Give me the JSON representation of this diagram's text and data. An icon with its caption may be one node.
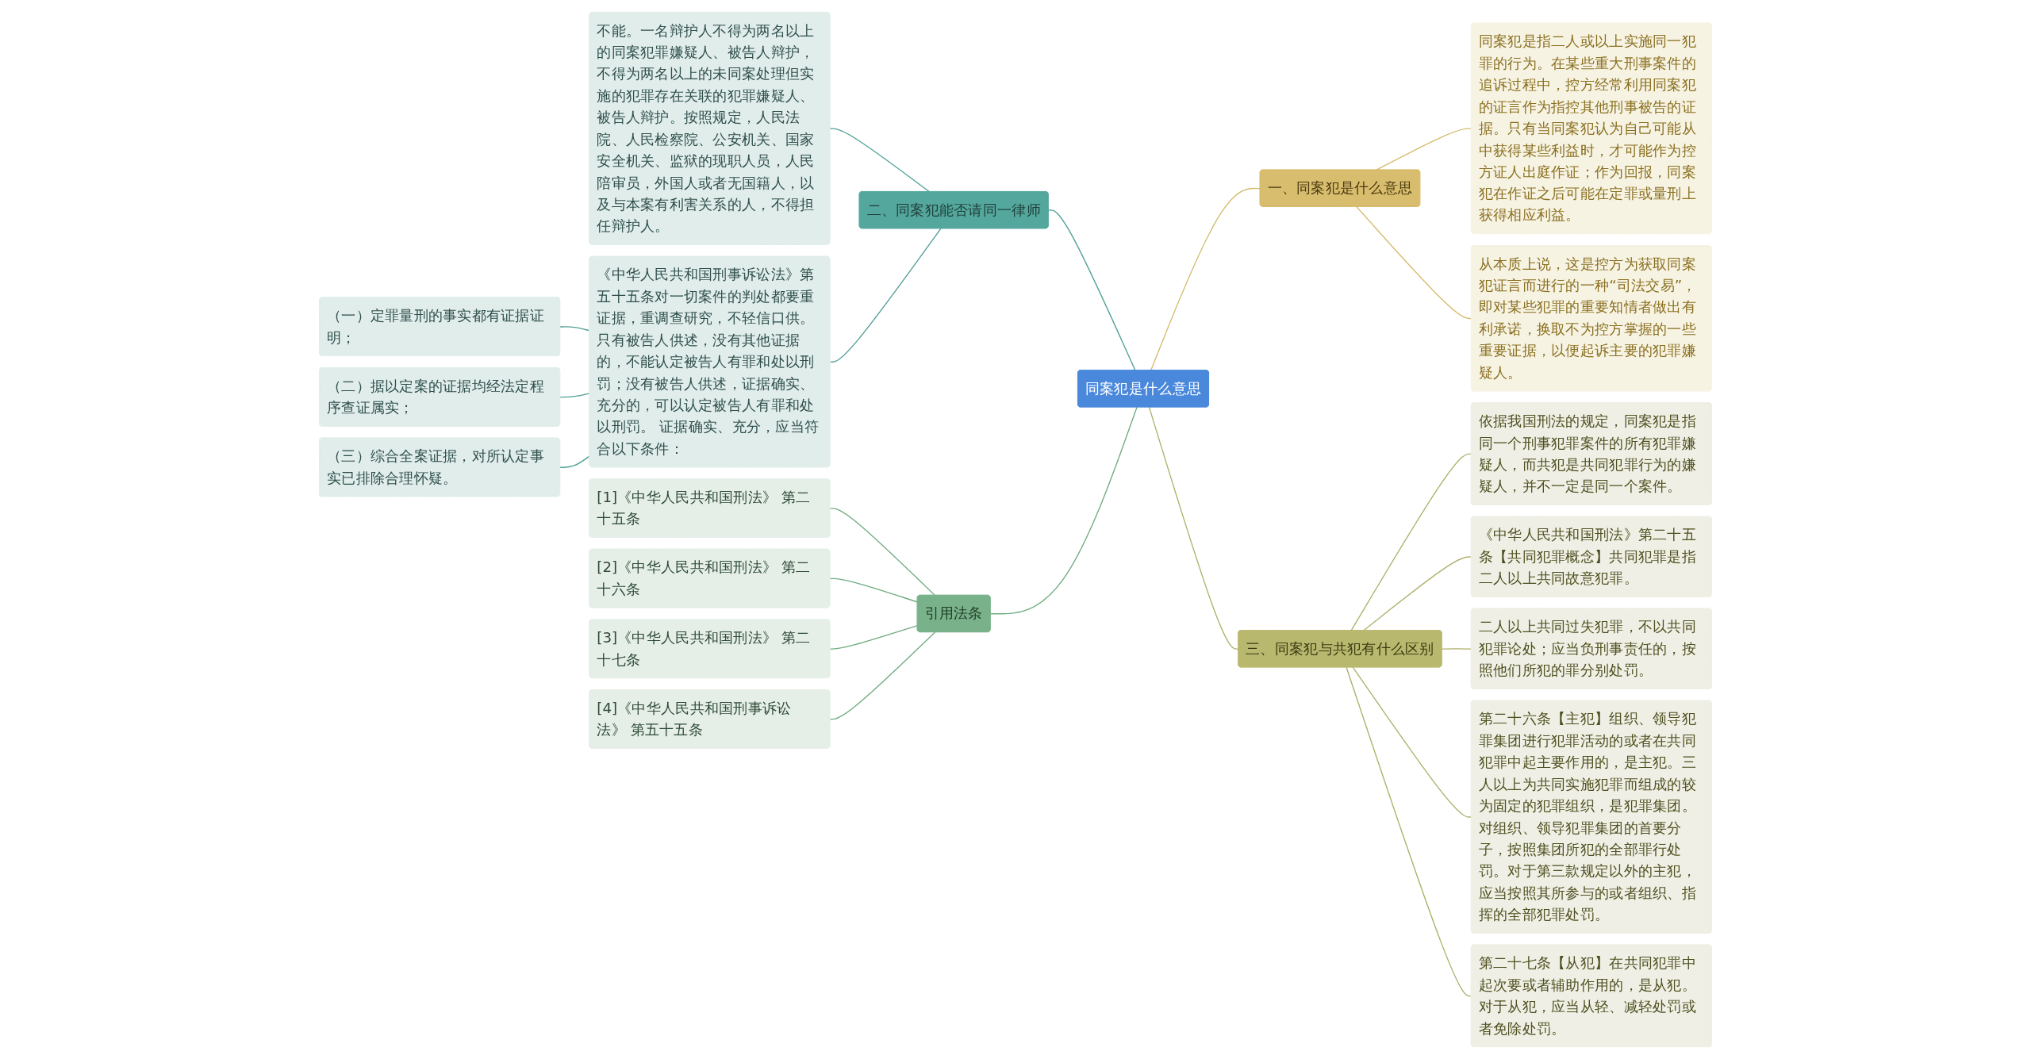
{
  "diagram": {
    "nodes": [
      {
        "text": [
          "同案犯是什么意思"
        ]
      },
      {
        "text": [
          "一、同案犯是什么意思"
        ]
      },
      {
        "text": [
          "同案犯是指二人或以上实施同一犯罪的行为。在某些重大刑事案件的追诉过程中，控方经常利用同案犯的证言作为指控其他刑事被告的证据。只有当同案犯认为自己可能从中获得某些利益时，才可能作为控方证人出庭作证；作为回报，同案犯在作证之后可能在定罪或量刑上获得相应利益。"
        ]
      },
      {
        "text": [
          "从本质上说，这是控方为获取同案犯证言而进行的一种“司法交易”，即对某些犯罪的重要知情者做出有利承诺，换取不为控方掌握的一些重要证据，以便起诉主要的犯罪嫌疑人。"
        ]
      },
      {
        "text": [
          "二、同案犯能否请同一律师"
        ]
      },
      {
        "text": [
          "不能。一名辩护人不得为两名以上的同案犯罪嫌疑人、被告人辩护，不得为两名以上的未同案处理但实施的犯罪存在关联的犯罪嫌疑人、被告人辩护。按照规定，人民法院、人民检察院、公安机关、国家安全机关、监狱的现职人员，人民陪审员，外国人或者无国籍人，以及与本案有利害关系的人，不得担任辩护人。"
        ]
      },
      {
        "text": [
          "《中华人民共和国刑事诉讼法》第五十五条对一切案件的判处都要重证据，重调查研究，不轻信口供。只有被告人供述，没有其他证据的，不能认定被告人有罪和处以刑罚；没有被告人供述，证据确实、充分的，可以认定被告人有罪和处以刑罚。 证据确实、充分，应当符合以下条件："
        ]
      },
      {
        "text": [
          "（一）定罪量刑的事实都有证据证明；"
        ]
      },
      {
        "text": [
          "（二）据以定案的证据均经法定程序查证属实；"
        ]
      },
      {
        "text": [
          "（三）综合全案证据，对所认定事实已排除合理怀疑。"
        ]
      },
      {
        "text": [
          "三、同案犯与共犯有什么区别"
        ]
      },
      {
        "text": [
          "依据我国刑法的规定，同案犯是指同一个刑事犯罪案件的所有犯罪嫌疑人，而共犯是共同犯罪行为的嫌疑人，并不一定是同一个案件。"
        ]
      },
      {
        "text": [
          "《中华人民共和国刑法》第二十五条【共同犯罪概念】共同犯罪是指二人以上共同故意犯罪。"
        ]
      },
      {
        "text": [
          "二人以上共同过失犯罪，不以共同犯罪论处；应当负刑事责任的，按照他们所犯的罪分别处罚。"
        ]
      },
      {
        "text": [
          "第二十六条【主犯】组织、领导犯罪集团进行犯罪活动的或者在共同犯罪中起主要作用的，是主犯。三人以上为共同实施犯罪而组成的较为固定的犯罪组织，是犯罪集团。对组织、领导犯罪集团的首要分子，按照集团所犯的全部罪行处罚。对于第三款规定以外的主犯，应当按照其所参与的或者组织、指挥的全部犯罪处罚。"
        ]
      },
      {
        "text": [
          "第二十七条【从犯】在共同犯罪中起次要或者辅助作用的，是从犯。对于从犯，应当从轻、减轻处罚或者免除处罚。"
        ]
      },
      {
        "text": [
          "引用法条"
        ]
      },
      {
        "text": [
          "[1]《中华人民共和国刑法》 第二十五条"
        ]
      },
      {
        "text": [
          "[2]《中华人民共和国刑法》 第二十六条"
        ]
      },
      {
        "text": [
          "[3]《中华人民共和国刑法》 第二十七条"
        ]
      },
      {
        "text": [
          "[4]《中华人民共和国刑事诉讼法》 第五十五条"
        ]
      }
    ],
    "edges": [
      {
        "from": 0,
        "to": 1,
        "arrow": "none",
        "color": "#d4bb6c"
      },
      {
        "from": 1,
        "to": 2,
        "arrow": "none",
        "color": "#d4bb6c"
      },
      {
        "from": 1,
        "to": 3,
        "arrow": "none",
        "color": "#d4bb6c"
      },
      {
        "from": 4,
        "to": 0,
        "arrow": "none",
        "color": "#4f9f95"
      },
      {
        "from": 5,
        "to": 4,
        "arrow": "none",
        "color": "#4f9f95"
      },
      {
        "from": 6,
        "to": 4,
        "arrow": "none",
        "color": "#4f9f95"
      },
      {
        "from": 7,
        "to": 6,
        "arrow": "none",
        "color": "#4f9f95"
      },
      {
        "from": 8,
        "to": 6,
        "arrow": "none",
        "color": "#4f9f95"
      },
      {
        "from": 9,
        "to": 6,
        "arrow": "none",
        "color": "#4f9f95"
      },
      {
        "from": 0,
        "to": 10,
        "arrow": "none",
        "color": "#aeb06a"
      },
      {
        "from": 10,
        "to": 11,
        "arrow": "none",
        "color": "#aeb06a"
      },
      {
        "from": 10,
        "to": 12,
        "arrow": "none",
        "color": "#aeb06a"
      },
      {
        "from": 10,
        "to": 13,
        "arrow": "none",
        "color": "#aeb06a"
      },
      {
        "from": 10,
        "to": 14,
        "arrow": "none",
        "color": "#aeb06a"
      },
      {
        "from": 10,
        "to": 15,
        "arrow": "none",
        "color": "#aeb06a"
      },
      {
        "from": 16,
        "to": 0,
        "arrow": "none",
        "color": "#6fab80"
      },
      {
        "from": 17,
        "to": 16,
        "arrow": "none",
        "color": "#6fab80"
      },
      {
        "from": 18,
        "to": 16,
        "arrow": "none",
        "color": "#6fab80"
      },
      {
        "from": 19,
        "to": 16,
        "arrow": "none",
        "color": "#6fab80"
      },
      {
        "from": 20,
        "to": 16,
        "arrow": "none",
        "color": "#6fab80"
      }
    ]
  }
}
